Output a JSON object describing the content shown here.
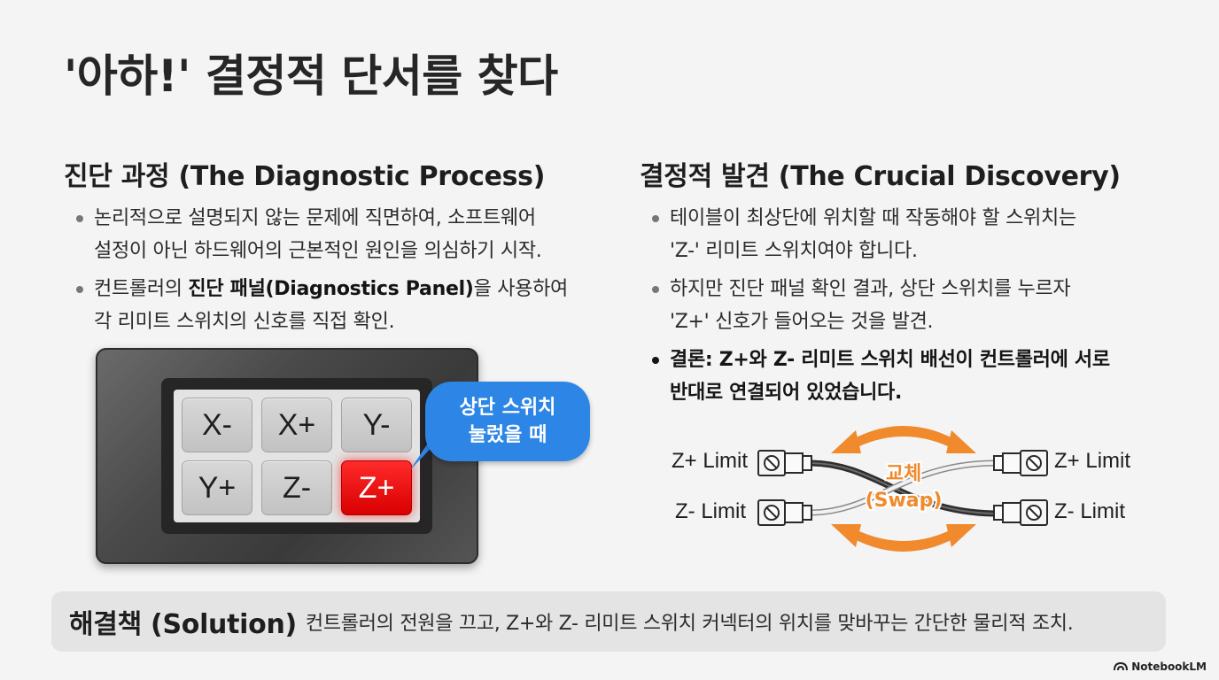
{
  "title": "'아하!' 결정적 단서를 찾다",
  "diagnostic": {
    "heading": "진단 과정 (The Diagnostic Process)",
    "bullets": [
      {
        "line1": "논리적으로 설명되지 않는 문제에 직면하여, 소프트웨어",
        "line2": "설정이 아닌 하드웨어의 근본적인 원인을 의심하기 시작."
      },
      {
        "pre": "컨트롤러의 ",
        "bold": "진단 패널(Diagnostics Panel)",
        "post": "을 사용하여",
        "line2": "각 리미트 스위치의 신호를 직접 확인."
      }
    ]
  },
  "panel": {
    "keys": [
      "X-",
      "X+",
      "Y-",
      "Y+",
      "Z-",
      "Z+"
    ],
    "active_key": "Z+",
    "active_color": "#ff1a1a",
    "callout_line1": "상단 스위치",
    "callout_line2": "눌렀을 때",
    "callout_color": "#2d86e6"
  },
  "discovery": {
    "heading": "결정적 발견 (The Crucial Discovery)",
    "bullets": [
      {
        "line1": "테이블이 최상단에 위치할 때 작동해야 할 스위치는",
        "line2": "'Z-' 리미트 스위치여야 합니다."
      },
      {
        "line1": "하지만 진단 패널 확인 결과, 상단 스위치를 누르자",
        "line2": "'Z+' 신호가 들어오는 것을 발견."
      },
      {
        "line1": "결론: Z+와 Z- 리미트 스위치 배선이 컨트롤러에 서로",
        "line2": "반대로 연결되어 있었습니다."
      }
    ]
  },
  "wiring": {
    "left_top": "Z+ Limit",
    "left_bottom": "Z- Limit",
    "right_top": "Z+ Limit",
    "right_bottom": "Z- Limit",
    "swap_line1": "교체",
    "swap_line2": "(Swap)",
    "arrow_color": "#f08a2c"
  },
  "solution": {
    "label": "해결책 (Solution)",
    "text": "컨트롤러의 전원을 끄고, Z+와 Z- 리미트 스위치 커넥터의 위치를 맞바꾸는 간단한 물리적 조치."
  },
  "brand": "NotebookLM"
}
